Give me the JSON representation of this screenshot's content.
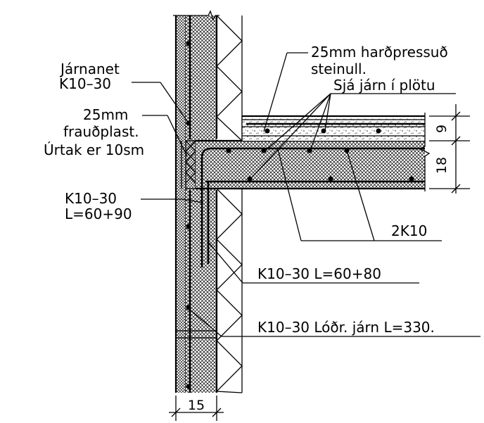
{
  "labels": {
    "mesh_name": "Járnanet",
    "mesh_spec": "K10–30",
    "eps_thickness": "25mm",
    "eps_name": "frauðplast.",
    "cutout": "Úrtak er 10sm",
    "anchor_spec": "K10–30",
    "anchor_length": "L=60+90",
    "wool_thickness": "25mm harðpressuð",
    "wool_name": "steinull.",
    "slab_rebar_note": "Sjá járn í plötu",
    "edge_bars": "2K10",
    "bend_bar": "K10–30  L=60+80",
    "vertical_bar": "K10–30  Lóðr. járn L=330."
  },
  "dimensions": {
    "topping": "9",
    "slab": "18",
    "wall": "15"
  },
  "colors": {
    "ink": "#000000",
    "background": "#ffffff"
  }
}
